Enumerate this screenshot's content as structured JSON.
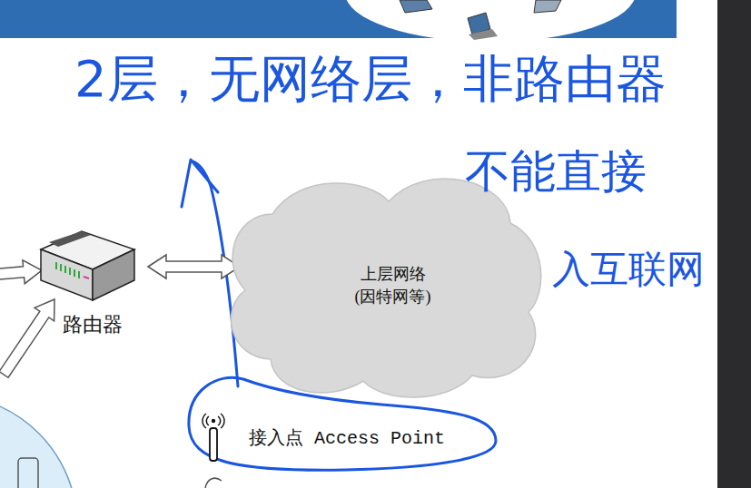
{
  "diagram": {
    "nodes": [
      {
        "text": [
          "路由器"
        ]
      },
      {
        "text": [
          "上层网络 (因特网等)"
        ]
      },
      {
        "text": [
          "接入点 Access Point"
        ]
      }
    ],
    "edges": [
      {
        "from": 0,
        "to": 1,
        "arrow": "both"
      }
    ],
    "labels": [
      "2层，无网络层，非路由器",
      "不能直接",
      "入互联网"
    ]
  }
}
